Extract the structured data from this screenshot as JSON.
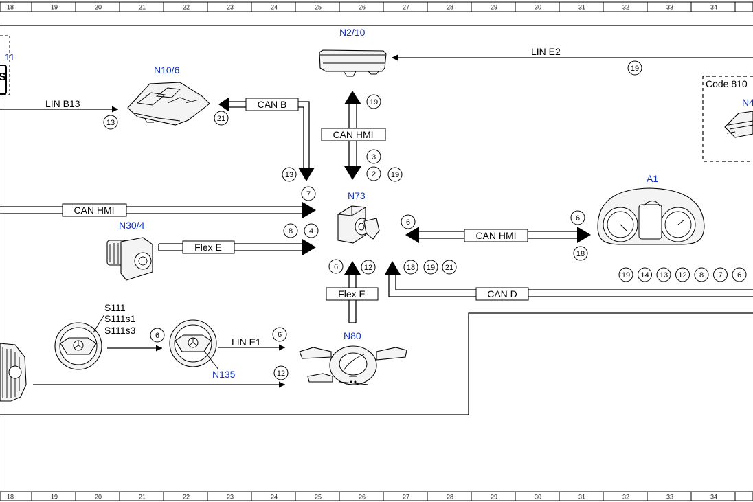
{
  "ruler": {
    "numbers": [
      "18",
      "19",
      "20",
      "21",
      "22",
      "23",
      "24",
      "25",
      "26",
      "27",
      "28",
      "29",
      "30",
      "31",
      "32",
      "33",
      "34"
    ]
  },
  "components": {
    "n2_10": "N2/10",
    "n10_6": "N10/6",
    "n73": "N73",
    "n30_4": "N30/4",
    "n80": "N80",
    "a1": "A1",
    "n135": "N135",
    "s111": "S111",
    "s111s1": "S111s1",
    "s111s3": "S111s3",
    "n4_partial": "N4",
    "left_partial": "11"
  },
  "buses": {
    "lin_e2": "LIN E2",
    "lin_b13": "LIN B13",
    "can_b": "CAN B",
    "can_hmi_vertical": "CAN HMI",
    "can_hmi_left": "CAN HMI",
    "can_hmi_right": "CAN HMI",
    "flex_e_left": "Flex E",
    "flex_e_bottom": "Flex E",
    "can_d": "CAN D",
    "lin_e1": "LIN E1"
  },
  "code_box": "Code 810",
  "circled": {
    "n19_top": "19",
    "n13_linb": "13",
    "n21_canb": "21",
    "n19_up": "19",
    "n3": "3",
    "n2": "2",
    "n19_mid": "19",
    "n13_down": "13",
    "n7": "7",
    "n8": "8",
    "n4": "4",
    "n6_right": "6",
    "n6_a1": "6",
    "n18_a1": "18",
    "n6_flex": "6",
    "n12_flex": "12",
    "n18_cand": "18",
    "n19_cand": "19",
    "n21_cand": "21",
    "row": [
      "19",
      "14",
      "13",
      "12",
      "8",
      "7",
      "6"
    ],
    "n6_steer": "6",
    "n6_line": "6",
    "n12_line": "12"
  }
}
